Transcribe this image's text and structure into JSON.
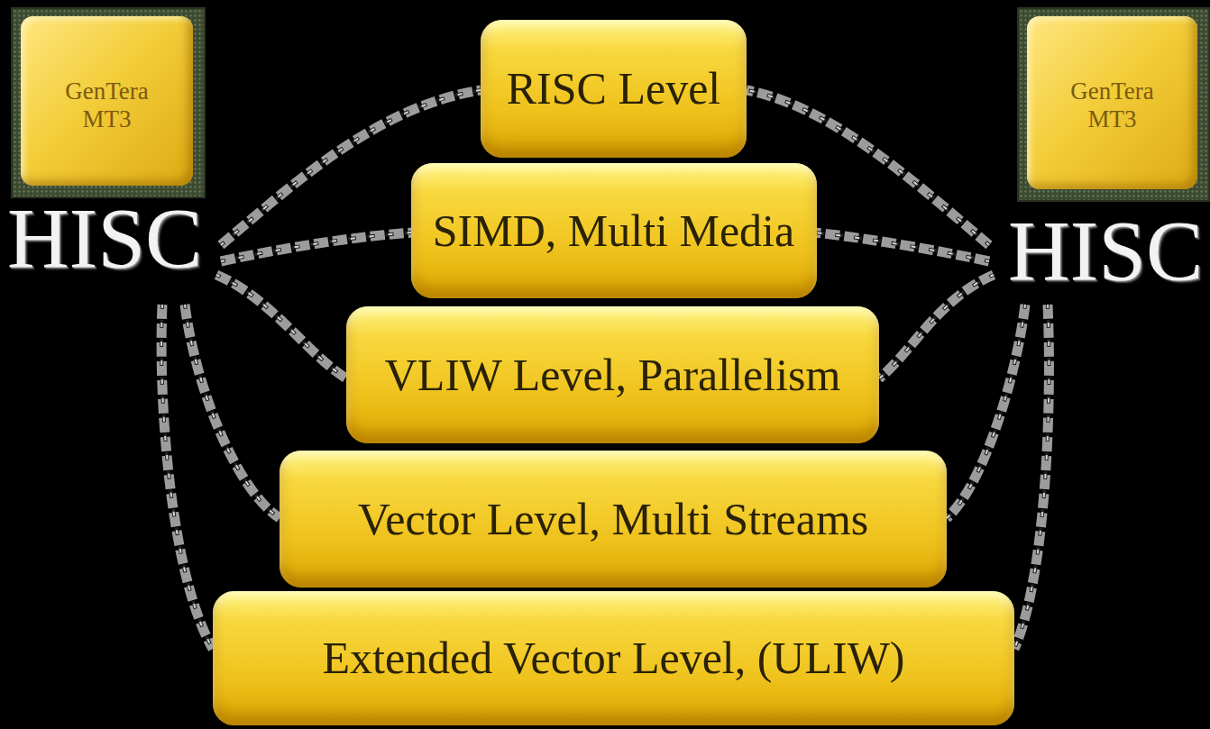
{
  "diagram": {
    "nodes": [
      {
        "text": [
          "GenTera MT3"
        ]
      },
      {
        "text": [
          "RISC Level"
        ]
      },
      {
        "text": [
          "GenTera MT3"
        ]
      },
      {
        "text": [
          "SIMD, Multi Media"
        ]
      },
      {
        "text": [
          "VLIW Level, Parallelism"
        ]
      },
      {
        "text": [
          "Vector Level, Multi Streams"
        ]
      },
      {
        "text": [
          "Extended Vector Level, (ULIW)"
        ]
      }
    ],
    "labels": [
      "HISC",
      "HISC"
    ]
  }
}
